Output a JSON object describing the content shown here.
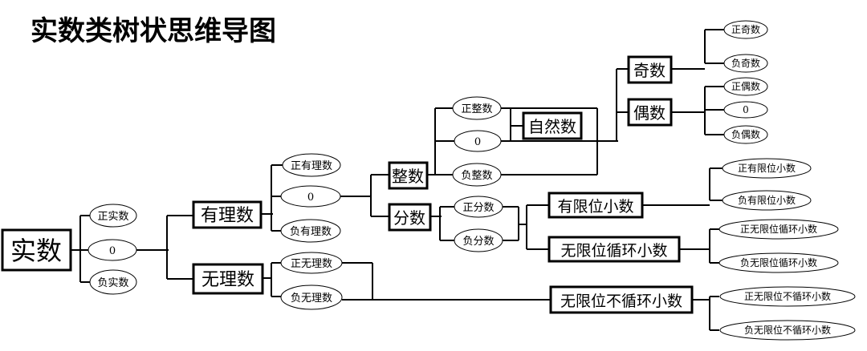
{
  "title": "实数类树状思维导图",
  "nodes": {
    "real": "实数",
    "pos_real": "正实数",
    "zero_real": "0",
    "neg_real": "负实数",
    "rational": "有理数",
    "irrational": "无理数",
    "pos_rational": "正有理数",
    "zero_rational": "0",
    "neg_rational": "负有理数",
    "pos_irrational": "正无理数",
    "neg_irrational": "负无理数",
    "integer": "整数",
    "fraction": "分数",
    "pos_integer": "正整数",
    "zero_integer": "0",
    "neg_integer": "负整数",
    "natural": "自然数",
    "odd": "奇数",
    "even": "偶数",
    "pos_odd": "正奇数",
    "neg_odd": "负奇数",
    "pos_even": "正偶数",
    "zero_even": "0",
    "neg_even": "负偶数",
    "pos_fraction": "正分数",
    "neg_fraction": "负分数",
    "finite_decimal": "有限位小数",
    "repeating_decimal": "无限位循环小数",
    "nonrepeating_decimal": "无限位不循环小数",
    "pos_finite": "正有限位小数",
    "neg_finite": "负有限位小数",
    "pos_repeating": "正无限位循环小数",
    "neg_repeating": "负无限位循环小数",
    "pos_nonrepeating": "正无限位不循环小数",
    "neg_nonrepeating": "负无限位不循环小数"
  }
}
